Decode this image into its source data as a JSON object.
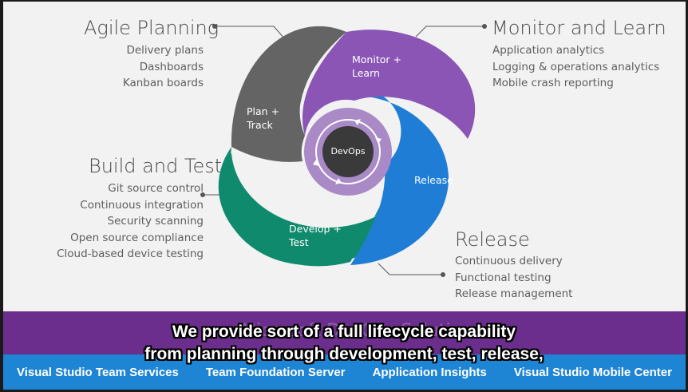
{
  "sections": {
    "agile": {
      "title": "Agile Planning",
      "items": [
        "Delivery plans",
        "Dashboards",
        "Kanban boards"
      ]
    },
    "monitor": {
      "title": "Monitor and Learn",
      "items": [
        "Application analytics",
        "Logging & operations analytics",
        "Mobile crash reporting"
      ]
    },
    "build": {
      "title": "Build and Test",
      "items": [
        "Git source control",
        "Continuous integration",
        "Security scanning",
        "Open source compliance",
        "Cloud-based device testing"
      ]
    },
    "release": {
      "title": "Release",
      "items": [
        "Continuous delivery",
        "Functional testing",
        "Release management"
      ]
    }
  },
  "diagram": {
    "center": "DevOps",
    "plan": [
      "Plan +",
      "Track"
    ],
    "monitor": [
      "Monitor +",
      "Learn"
    ],
    "release": "Release",
    "develop": [
      "Develop +",
      "Test"
    ]
  },
  "colors": {
    "plan": "#646464",
    "monitor": "#8a55b4",
    "release": "#1f7dd6",
    "develop": "#0f8a6c",
    "ring": "#a98ac6",
    "center": "#3a3a3a"
  },
  "banner": {
    "title": "Microsoft DevOps Solution",
    "products": [
      "Visual Studio Team Services",
      "Team Foundation Server",
      "Application Insights",
      "Visual Studio Mobile Center"
    ]
  },
  "caption": {
    "line1": "We provide sort of a full lifecycle capability",
    "line2": "from planning through development, test, release,"
  }
}
